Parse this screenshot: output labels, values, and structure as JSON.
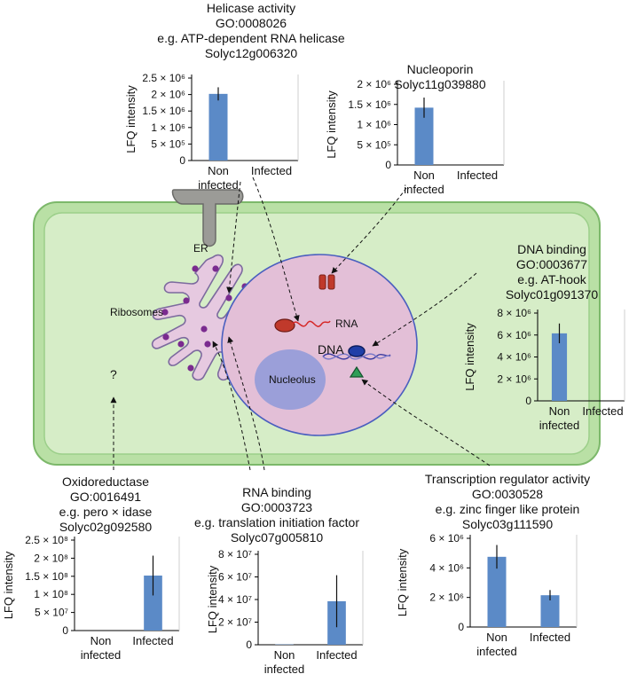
{
  "cell": {
    "er_label": "ER",
    "ribosomes_label": "Ribosomes",
    "rna_label": "RNA",
    "dna_label": "DNA",
    "nucleolus_label": "Nucleolus",
    "unknown_label": "?"
  },
  "charts": [
    {
      "id": "helicase",
      "title_lines": [
        "Helicase activity",
        "GO:0008026",
        "e.g. ATP-dependent RNA helicase",
        "Solyc12g006320"
      ],
      "ylabel": "LFQ intensity",
      "ytick_labels": [
        "0",
        "5 × 10⁵",
        "1 × 10⁶",
        "1.5 × 10⁶",
        "2 × 10⁶",
        "2.5 × 10⁶"
      ],
      "ylim": [
        0,
        2500000
      ],
      "categories": [
        [
          "Non",
          "infected"
        ],
        [
          "Infected"
        ]
      ],
      "values": [
        2020000,
        0
      ],
      "errors": [
        200000,
        0
      ]
    },
    {
      "id": "nucleoporin",
      "title_lines": [
        "Nucleoporin",
        "Solyc11g039880"
      ],
      "ylabel": "LFQ intensity",
      "ytick_labels": [
        "0",
        "5 × 10⁵",
        "1 × 10⁶",
        "1.5 × 10⁶",
        "2 × 10⁶"
      ],
      "ylim": [
        0,
        2000000
      ],
      "categories": [
        [
          "Non",
          "infected"
        ],
        [
          "Infected"
        ]
      ],
      "values": [
        1420000,
        0
      ],
      "errors": [
        250000,
        0
      ]
    },
    {
      "id": "dna-binding",
      "title_lines": [
        "DNA binding",
        "GO:0003677",
        "e.g. AT-hook",
        "Solyc01g091370"
      ],
      "ylabel": "LFQ intensity",
      "ytick_labels": [
        "0",
        "2 × 10⁶",
        "4 × 10⁶",
        "6 × 10⁶",
        "8 × 10⁶"
      ],
      "ylim": [
        0,
        8000000
      ],
      "categories": [
        [
          "Non",
          "infected"
        ],
        [
          "Infected"
        ]
      ],
      "values": [
        6150000,
        0
      ],
      "errors": [
        900000,
        0
      ]
    },
    {
      "id": "oxidoreductase",
      "title_lines": [
        "Oxidoreductase",
        "GO:0016491",
        "e.g. pero × idase",
        "Solyc02g092580"
      ],
      "ylabel": "LFQ intensity",
      "ytick_labels": [
        "0",
        "5 × 10⁷",
        "1 × 10⁸",
        "1.5 × 10⁸",
        "2 × 10⁸",
        "2.5 × 10⁸"
      ],
      "ylim": [
        0,
        250000000
      ],
      "categories": [
        [
          "Non",
          "infected"
        ],
        [
          "Infected"
        ]
      ],
      "values": [
        0,
        152000000
      ],
      "errors": [
        0,
        55000000
      ]
    },
    {
      "id": "rna-binding",
      "title_lines": [
        "RNA binding",
        "GO:0003723",
        "e.g. translation initiation factor",
        "Solyc07g005810"
      ],
      "ylabel": "LFQ intensity",
      "ytick_labels": [
        "0",
        "2 × 10⁷",
        "4 × 10⁷",
        "6 × 10⁷",
        "8 × 10⁷"
      ],
      "ylim": [
        0,
        80000000
      ],
      "categories": [
        [
          "Non",
          "infected"
        ],
        [
          "Infected"
        ]
      ],
      "values": [
        300000,
        38500000
      ],
      "errors": [
        0,
        23000000
      ]
    },
    {
      "id": "transcription",
      "title_lines": [
        "Transcription regulator activity",
        "GO:0030528",
        "e.g. zinc finger like protein",
        "Solyc03g111590"
      ],
      "ylabel": "LFQ intensity",
      "ytick_labels": [
        "0",
        "2 × 10⁶",
        "4 × 10⁶",
        "6 × 10⁶"
      ],
      "ylim": [
        0,
        6000000
      ],
      "categories": [
        [
          "Non",
          "infected"
        ],
        [
          "Infected"
        ]
      ],
      "values": [
        4750000,
        2150000
      ],
      "errors": [
        800000,
        350000
      ]
    }
  ]
}
